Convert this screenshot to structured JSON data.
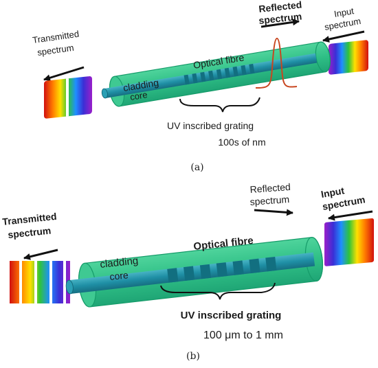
{
  "colors": {
    "cladding_fill": "#2fbf86",
    "cladding_stroke": "#159b69",
    "core_fill": "#1f8fa5",
    "grating_band": "#126f80",
    "arrow": "#111111",
    "reflected_peak": "#c8461f"
  },
  "spectrum_colors": [
    "#d10f0f",
    "#ff7a00",
    "#ffe000",
    "#2fc33a",
    "#1e8fff",
    "#3a2fd6",
    "#9a1fc9"
  ],
  "panel_a": {
    "transmitted_label_line1": "Transmitted",
    "transmitted_label_line2": "spectrum",
    "reflected_label_line1": "Reflected",
    "reflected_label_line2": "spectrum",
    "input_label_line1": "Input",
    "input_label_line2": "spectrum",
    "fibre_label": "Optical fibre",
    "cladding_label": "cladding",
    "core_label": "core",
    "grating_label": "UV inscribed grating",
    "period_label": "100s of nm",
    "panel_label": "(a)"
  },
  "panel_b": {
    "transmitted_label_line1": "Transmitted",
    "transmitted_label_line2": "spectrum",
    "reflected_label_line1": "Reflected",
    "reflected_label_line2": "spectrum",
    "input_label_line1": "Input",
    "input_label_line2": "spectrum",
    "fibre_label": "Optical fibre",
    "cladding_label": "cladding",
    "core_label": "core",
    "grating_label": "UV inscribed grating",
    "period_label": "100 μm to 1 mm",
    "panel_label": "(b)"
  },
  "icons": {
    "arrow_left": "arrow-left-icon",
    "arrow_right": "arrow-right-icon",
    "brace": "curly-brace-icon"
  }
}
